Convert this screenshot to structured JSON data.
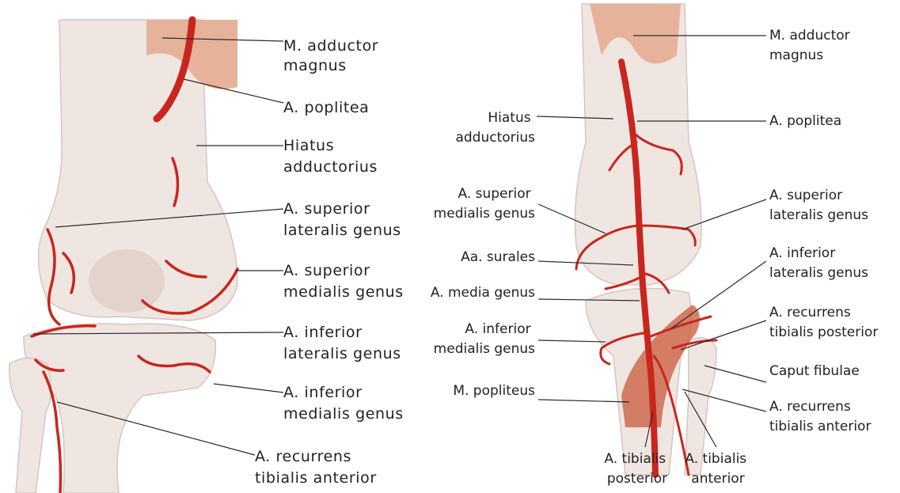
{
  "left_figure": {
    "labels": [
      [
        "M. adductor",
        "magnus"
      ],
      [
        "A. poplitea"
      ],
      [
        "Hiatus",
        "adductorius"
      ],
      [
        "A. superior",
        "lateralis genus"
      ],
      [
        "A. superior",
        "medialis genus"
      ],
      [
        "A. inferior",
        "lateralis genus"
      ],
      [
        "A. inferior",
        "medialis genus"
      ],
      [
        "A. recurrens",
        "tibialis anterior"
      ]
    ]
  },
  "right_figure": {
    "labels_right": [
      [
        "M. adductor",
        "magnus"
      ],
      [
        "A. poplitea"
      ],
      [
        "A. superior",
        "lateralis genus"
      ],
      [
        "A. inferior",
        "lateralis genus"
      ],
      [
        "A. recurrens",
        "tibialis posterior"
      ],
      [
        "Caput fibulae"
      ],
      [
        "A. recurrens",
        "tibialis anterior"
      ]
    ],
    "labels_left": [
      [
        "Hiatus",
        "adductorius"
      ],
      [
        "A. superior",
        "medialis genus"
      ],
      [
        "Aa. surales"
      ],
      [
        "A. media genus"
      ],
      [
        "A. inferior",
        "medialis genus"
      ],
      [
        "M. popliteus"
      ]
    ],
    "labels_bottom": [
      [
        "A. tibialis",
        "posterior"
      ],
      [
        "A. tibialis",
        "anterior"
      ]
    ]
  },
  "colors": {
    "artery": "#c8261e",
    "bone": "#efe6e2",
    "muscle": "#e6b39a",
    "label_text": "#222222"
  }
}
